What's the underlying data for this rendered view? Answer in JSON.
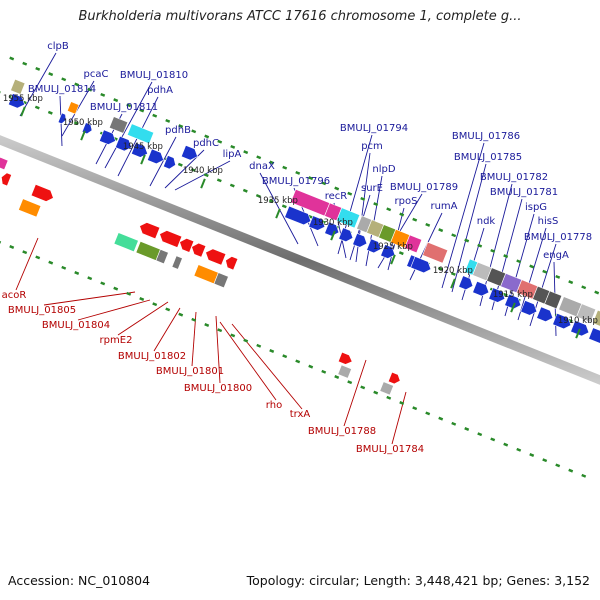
{
  "title": "Burkholderia multivorans ATCC 17616 chromosome 1, complete g...",
  "footer": {
    "accession": "Accession: NC_010804",
    "summary": "Topology: circular; Length: 3,448,421 bp; Genes: 3,152"
  },
  "colors": {
    "top_label": "#1a1a9a",
    "bottom_label": "#b30000",
    "tick_green": "#2a8a2a",
    "backbone": "#7a7a7a"
  },
  "ruler_labels": [
    "1955 kbp",
    "1950 kbp",
    "1945 kbp",
    "1940 kbp",
    "1935 kbp",
    "1930 kbp",
    "1925 kbp",
    "1920 kbp",
    "1915 kbp",
    "1910 kbp"
  ],
  "top_labels": [
    "clpB",
    "pcaC",
    "BMULJ_01814",
    "BMULJ_01810",
    "pdhA",
    "BMULJ_01811",
    "pdhB",
    "pdhC",
    "lipA",
    "dnaX",
    "BMULJ_01796",
    "recR",
    "BMULJ_01794",
    "pcm",
    "nlpD",
    "surE",
    "BMULJ_01789",
    "rpoS",
    "rumA",
    "BMULJ_01786",
    "BMULJ_01785",
    "ndk",
    "BMULJ_01782",
    "BMULJ_01781",
    "ispG",
    "hisS",
    "BMULJ_01778",
    "engA"
  ],
  "bottom_labels": [
    "acoR",
    "BMULJ_01805",
    "BMULJ_01804",
    "rpmE2",
    "BMULJ_01802",
    "BMULJ_01801",
    "BMULJ_01800",
    "rho",
    "trxA",
    "BMULJ_01788",
    "BMULJ_01784"
  ]
}
